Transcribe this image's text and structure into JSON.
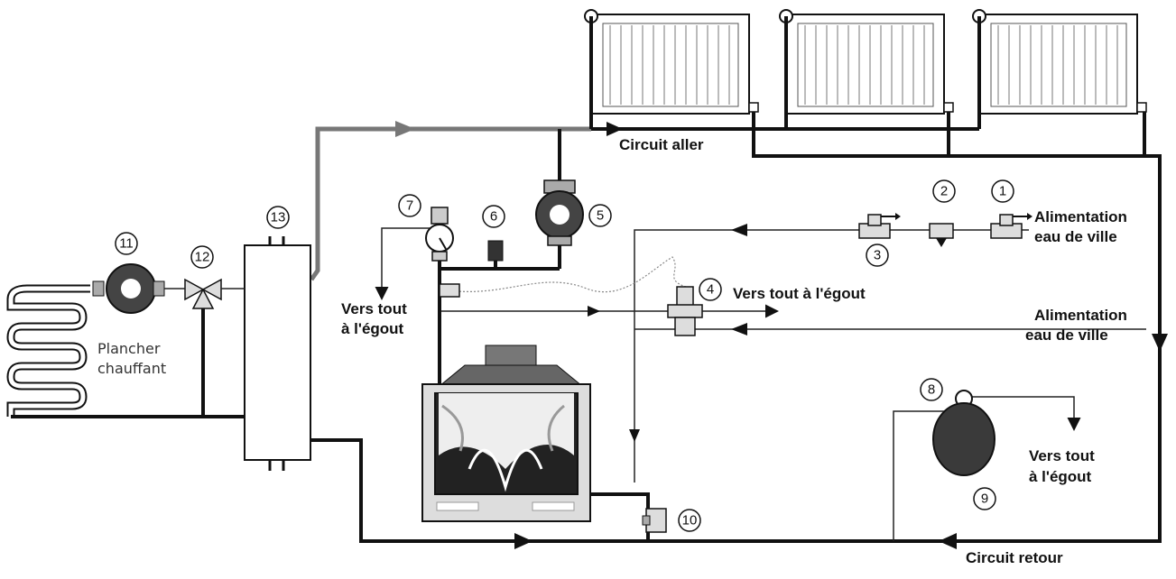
{
  "labels": {
    "circuit_aller": "Circuit aller",
    "circuit_retour": "Circuit retour",
    "alimentation_1_line1": "Alimentation",
    "alimentation_1_line2": "eau de ville",
    "alimentation_2_line1": "Alimentation",
    "alimentation_2_line2": "eau de ville",
    "egout_left_line1": "Vers tout",
    "egout_left_line2": "à l'égout",
    "egout_middle": "Vers tout à l'égout",
    "egout_right_line1": "Vers tout",
    "egout_right_line2": "à l'égout",
    "plancher_line1": "Plancher",
    "plancher_line2": "chauffant"
  },
  "markers": [
    "1",
    "2",
    "3",
    "4",
    "5",
    "6",
    "7",
    "8",
    "9",
    "10",
    "11",
    "12",
    "13"
  ],
  "colors": {
    "line": "#111111",
    "return_grey": "#777777",
    "tank_fill": "#3a3a3a"
  }
}
